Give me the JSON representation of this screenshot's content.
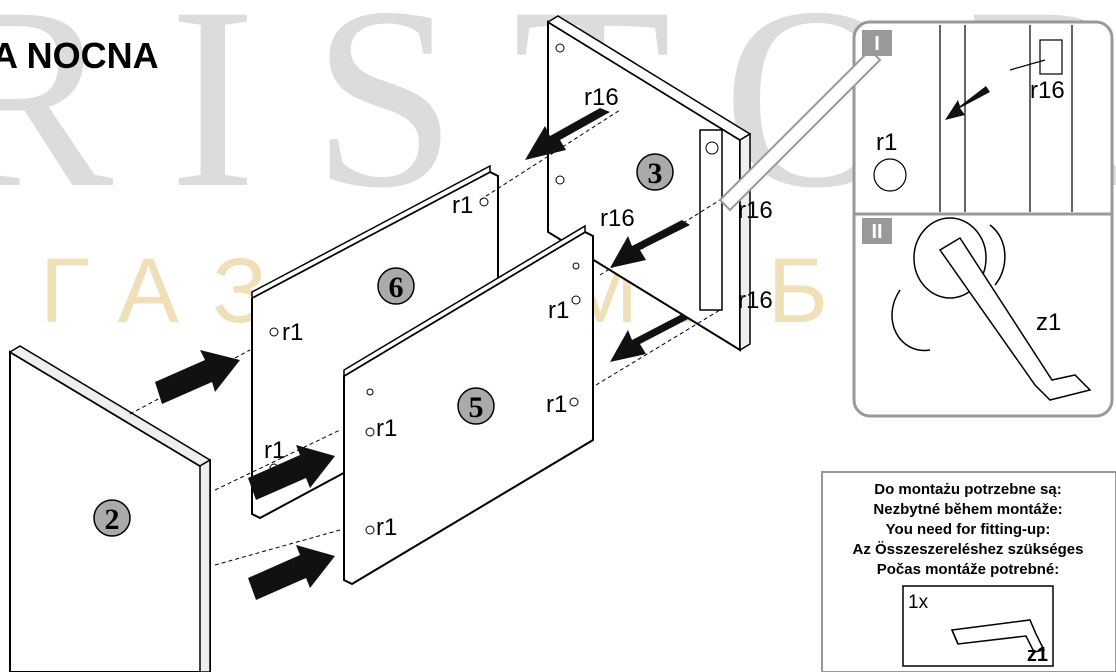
{
  "header": {
    "title": "A NOCNA"
  },
  "watermark": {
    "brand": "RISTOR",
    "subtitle": "ГАЗИН МЕБЛІВ"
  },
  "panels": {
    "p2": "2",
    "p3": "3",
    "p5": "5",
    "p6": "6"
  },
  "labels": {
    "r1": "r1",
    "r16": "r16",
    "z1": "z1"
  },
  "detail": {
    "step1": "I",
    "step2": "II"
  },
  "parts_box": {
    "lines": [
      "Do montażu potrzebne są:",
      "Nezbytné během montáže:",
      "You need for fitting-up:",
      "Az Összeszereléshez szükséges",
      "Počas montáže potrebné:"
    ],
    "qty": "1x",
    "part": "z1"
  },
  "colors": {
    "watermark_gray": "#dcdcdc",
    "watermark_gold": "#f0e0b8",
    "badge": "#aaaaaa",
    "detail_border": "#999999"
  }
}
